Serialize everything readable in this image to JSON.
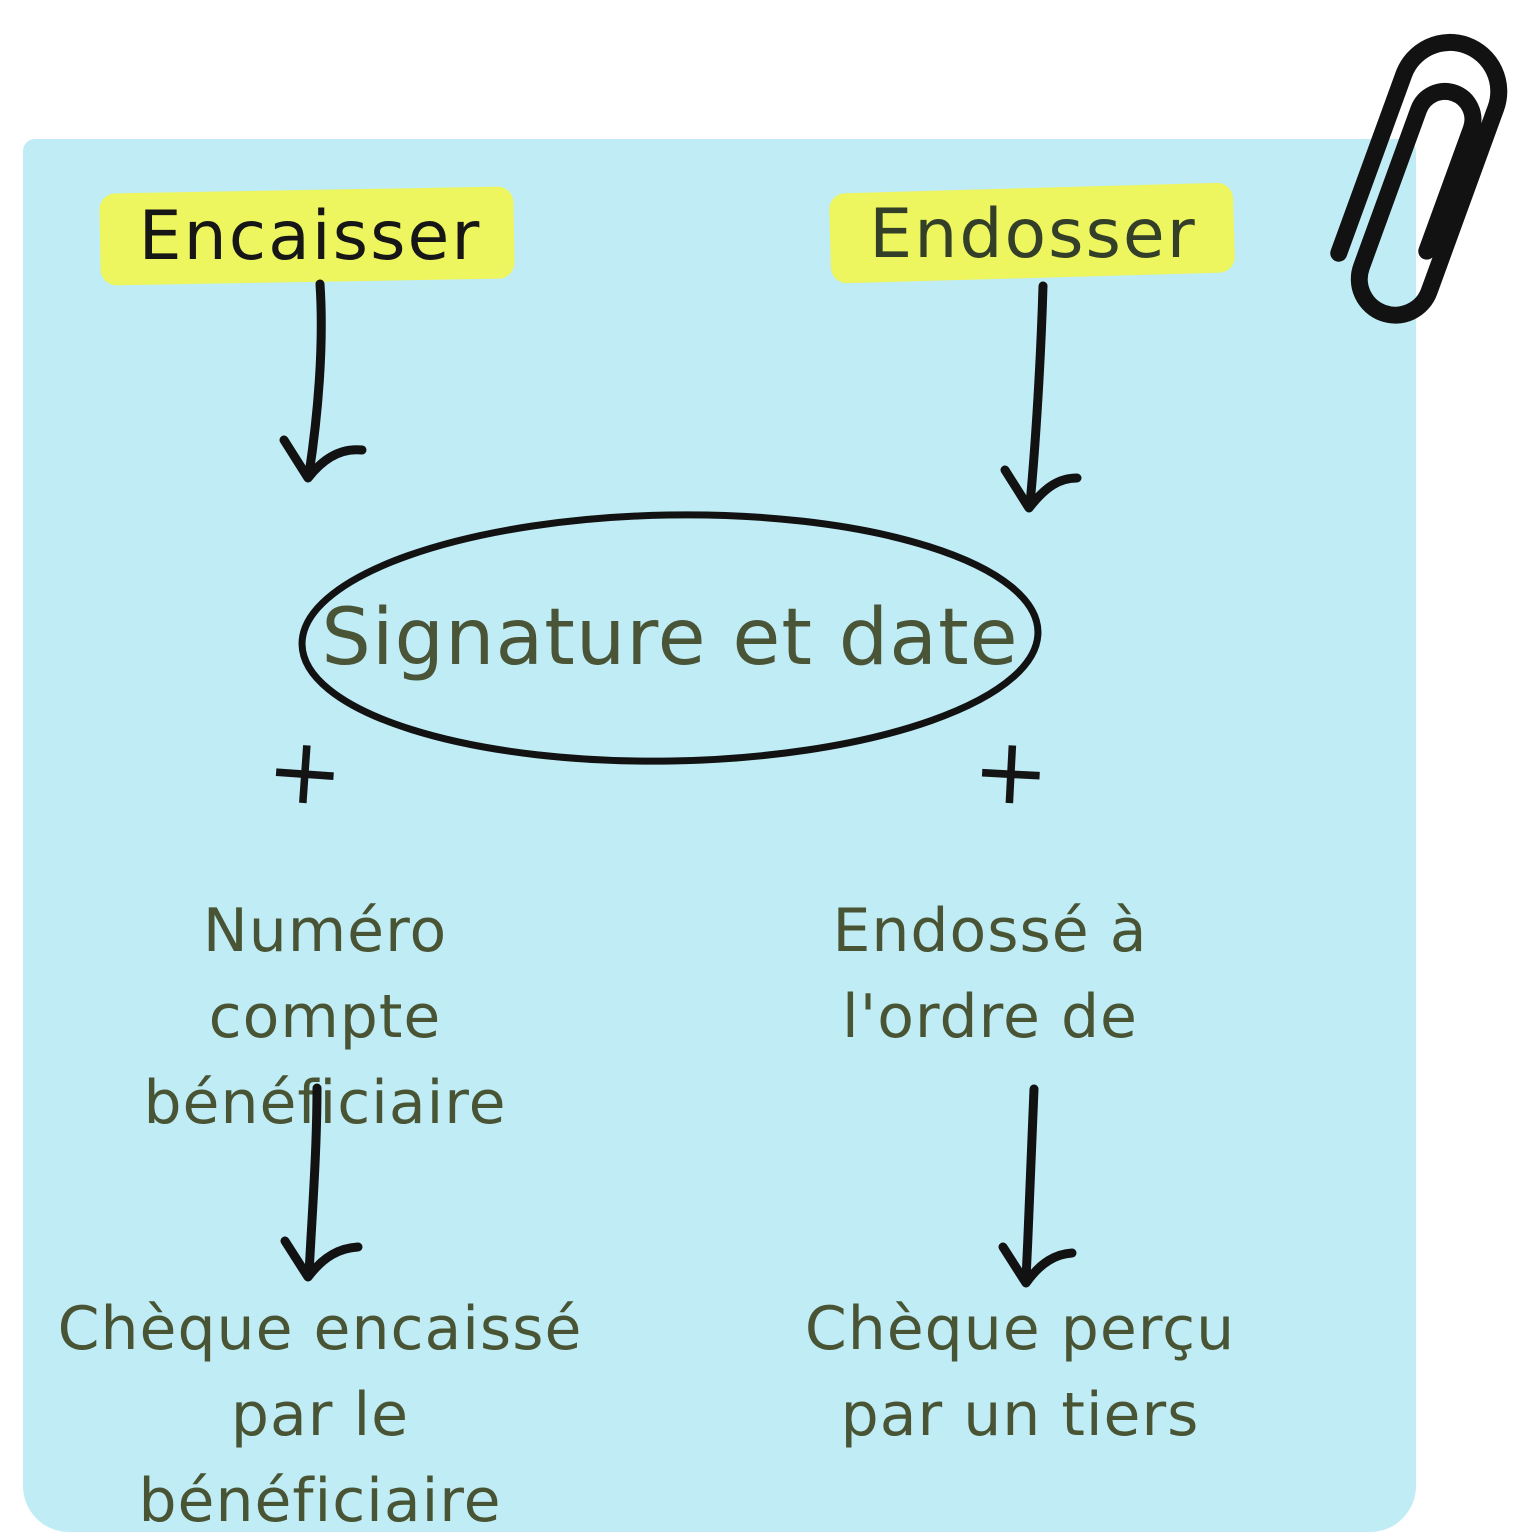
{
  "note": {
    "left": {
      "title": "Encaisser",
      "plus": "+",
      "step2": [
        "Numéro compte",
        "bénéficiaire"
      ],
      "step3": [
        "Chèque encaissé",
        "par le bénéficiaire"
      ]
    },
    "right": {
      "title": "Endosser",
      "plus": "+",
      "step2": [
        "Endossé à",
        "l'ordre de"
      ],
      "step3": [
        "Chèque perçu",
        "par un tiers"
      ]
    },
    "shared": {
      "ellipse_label": "Signature et date"
    }
  },
  "colors": {
    "card_bg": "#bfecf5",
    "highlight": "#edf55f",
    "ink": "#121212",
    "olive_text": "#485433",
    "title_left": "#161616",
    "title_right": "#333f28"
  },
  "icons": {
    "paperclip": "paperclip-icon",
    "arrow_down": "arrow-down-icon"
  }
}
